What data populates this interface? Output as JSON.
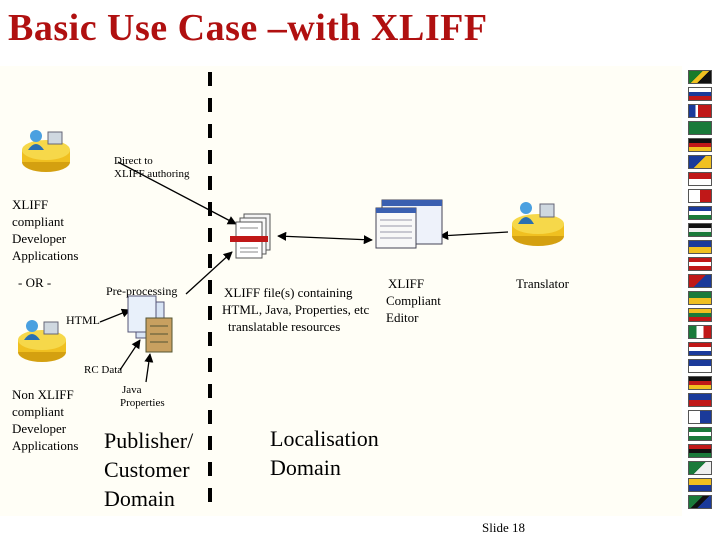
{
  "slide": {
    "title": "Basic Use Case –with XLIFF",
    "footer": "Slide 18"
  },
  "diagram": {
    "direct_line1": "Direct to",
    "direct_line2": "XLIFF authoring",
    "xliff_dev": [
      "XLIFF",
      "compliant",
      "Developer",
      "Applications"
    ],
    "or_label": "- OR -",
    "preprocessing": "Pre-processing",
    "html": "HTML",
    "rc_data": "RC Data",
    "java_props": [
      "Java",
      "Properties"
    ],
    "non_xliff_dev": [
      "Non XLIFF",
      "compliant",
      "Developer",
      "Applications"
    ],
    "publisher_domain": [
      "Publisher/",
      "Customer",
      "Domain"
    ],
    "xliff_files": [
      "XLIFF file(s) containing",
      "HTML, Java, Properties, etc",
      "translatable resources"
    ],
    "xliff_editor": [
      "XLIFF",
      "Compliant",
      "Editor"
    ],
    "translator": "Translator",
    "localisation_domain": [
      "Localisation",
      "Domain"
    ]
  },
  "colors": {
    "title": "#b01010",
    "panel": "#fffef6",
    "divider": "#000000",
    "disk": "#f0c020",
    "person": "#4aa0e0"
  }
}
